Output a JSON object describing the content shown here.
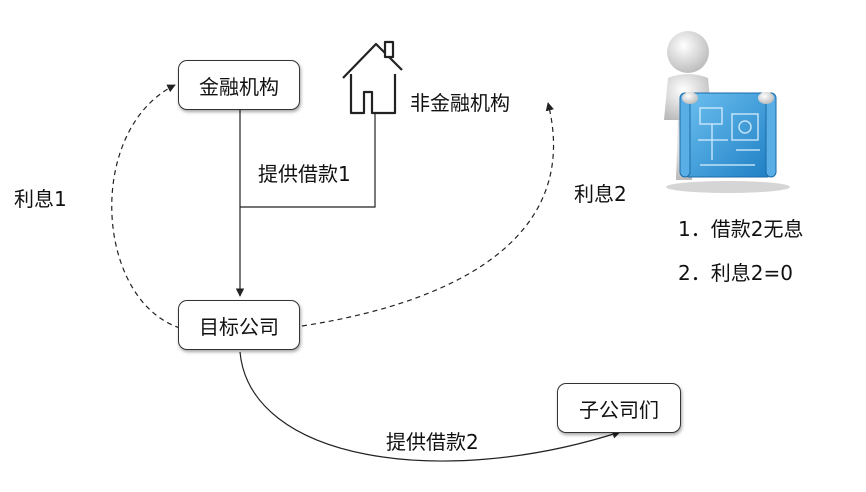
{
  "nodes": {
    "financial_institution": "金融机构",
    "non_financial_institution": "非金融机构",
    "target_company": "目标公司",
    "subsidiaries": "子公司们"
  },
  "edges": {
    "loan1": "提供借款1",
    "interest1": "利息1",
    "interest2": "利息2",
    "loan2": "提供借款2"
  },
  "notes": [
    "1．借款2无息",
    "2．利息2=0"
  ],
  "icons": {
    "house": "house-icon",
    "figure": "person-with-blueprint-icon"
  },
  "colors": {
    "line": "#222222",
    "box_border": "#333333",
    "blueprint": "#3a9bd6"
  }
}
